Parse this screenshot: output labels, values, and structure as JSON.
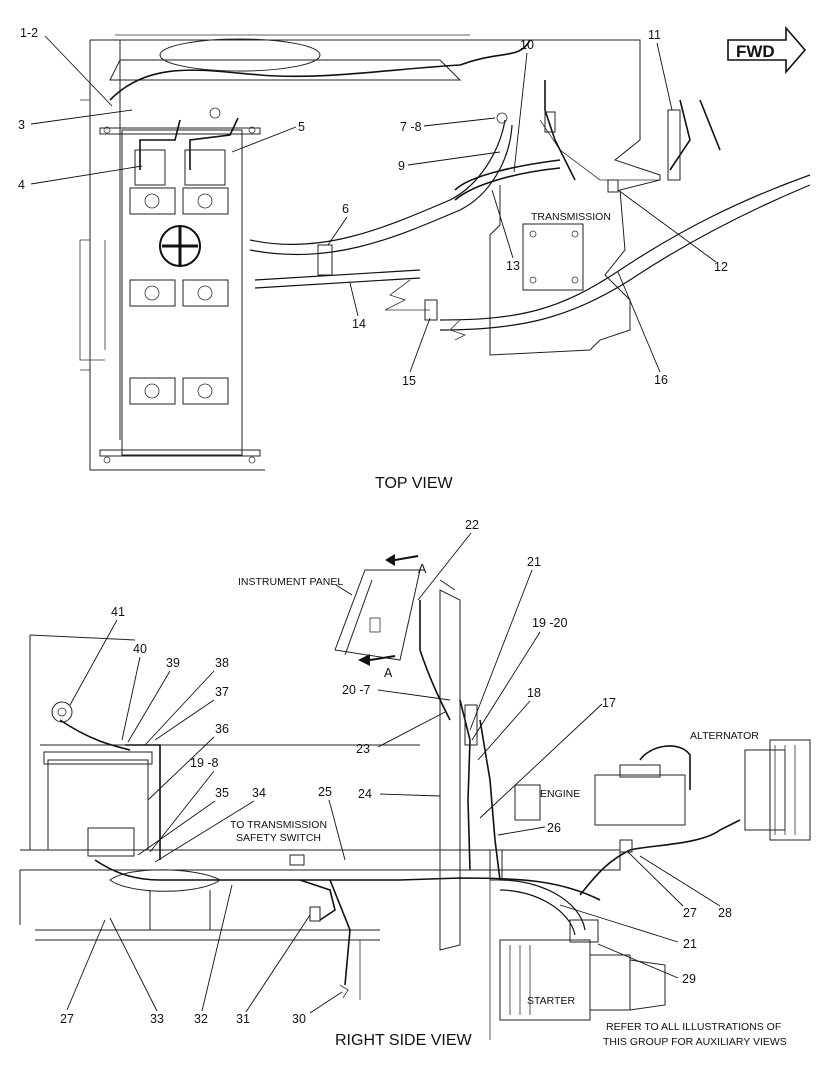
{
  "fwd_label": "FWD",
  "views": {
    "top": "TOP VIEW",
    "side": "RIGHT SIDE VIEW"
  },
  "component_labels": {
    "transmission": "TRANSMISSION",
    "instrument_panel": "INSTRUMENT PANEL",
    "alternator": "ALTERNATOR",
    "engine": "ENGINE",
    "starter": "STARTER",
    "to_transmission": "TO TRANSMISSION",
    "safety_switch": "SAFETY SWITCH",
    "section_a": "A"
  },
  "note": {
    "line1": "REFER TO ALL ILLUSTRATIONS OF",
    "line2": "THIS GROUP FOR AUXILIARY VIEWS"
  },
  "callouts_top": [
    "1-2",
    "3",
    "4",
    "5",
    "6",
    "7 -8",
    "9",
    "10",
    "11",
    "12",
    "13",
    "14",
    "15",
    "16"
  ],
  "callouts_side": [
    "17",
    "18",
    "19 -20",
    "19 -8",
    "20 -7",
    "21",
    "21",
    "22",
    "23",
    "24",
    "25",
    "26",
    "27",
    "27",
    "28",
    "29",
    "30",
    "31",
    "32",
    "33",
    "34",
    "35",
    "36",
    "37",
    "38",
    "39",
    "40",
    "41"
  ]
}
